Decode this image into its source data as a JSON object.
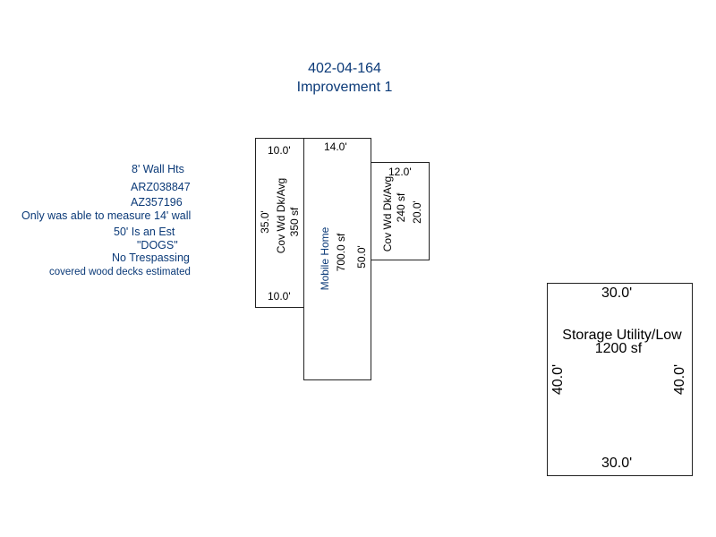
{
  "header": {
    "parcel": "402-04-164",
    "improvement": "Improvement 1"
  },
  "notes": {
    "wall_heights": "8' Wall Hts",
    "permit_1": "ARZ038847",
    "permit_2": "AZ357196",
    "measure_note": "Only was able to measure 14' wall",
    "estimate_note": "50' Is an Est",
    "dogs": "\"DOGS\"",
    "no_trespassing": "No Trespassing",
    "decks_note": "covered wood  decks estimated"
  },
  "sketch": {
    "left_deck": {
      "top_dim": "10.0'",
      "bottom_dim": "10.0'",
      "side_dim": "35.0'",
      "label": "Cov Wd Dk/Avg",
      "area": "350 sf"
    },
    "mobile_home": {
      "top_dim": "14.0'",
      "label": "Mobile Home",
      "area": "700.0 sf",
      "side_dim": "50.0'"
    },
    "right_deck": {
      "top_dim": "12.0'",
      "label": "Cov Wd Dk/Avg",
      "area": "240 sf",
      "side_dim": "20.0'"
    },
    "storage": {
      "top_dim": "30.0'",
      "bottom_dim": "30.0'",
      "left_dim": "40.0'",
      "right_dim": "40.0'",
      "label": "Storage Utility/Low",
      "area": "1200 sf"
    }
  },
  "colors": {
    "note_text": "#0b3a78",
    "outline": "#222222"
  }
}
